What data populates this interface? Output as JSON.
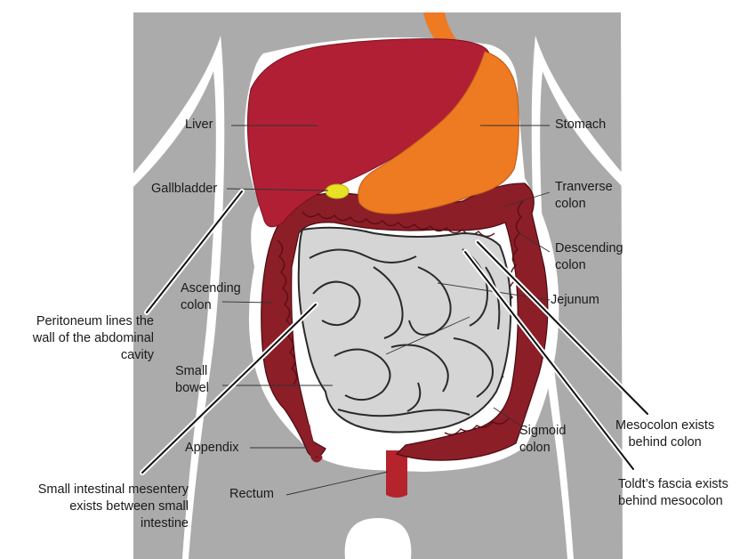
{
  "labels": {
    "liver": "Liver",
    "stomach": "Stomach",
    "gallbladder": "Gallbladder",
    "transverse_colon": "Tranverse\ncolon",
    "descending_colon": "Descending\ncolon",
    "ascending_colon": "Ascending\ncolon",
    "jejunum": "Jejunum",
    "peritoneum": "Peritoneum lines the\nwall of the abdominal\ncavity",
    "small_bowel": "Small\nbowel",
    "sigmoid_colon": "Sigmoid\ncolon",
    "appendix": "Appendix",
    "mesocolon": "Mesocolon exists\nbehind colon",
    "small_mesentery": "Small intestinal mesentery\nexists between small\nintestine",
    "rectum": "Rectum",
    "toldt": "Toldt’s fascia exists\nbehind mesocolon"
  },
  "colors": {
    "body": "#ababab",
    "liver": "#b11f35",
    "stomach": "#ee7a22",
    "colon": "#8c1e28",
    "colon_dark": "#5a0e14",
    "small_intestine": "#d5d5d5",
    "intestine_outline": "#2a2a2a",
    "gallbladder": "#e7e226",
    "rectum": "#b5242c"
  }
}
